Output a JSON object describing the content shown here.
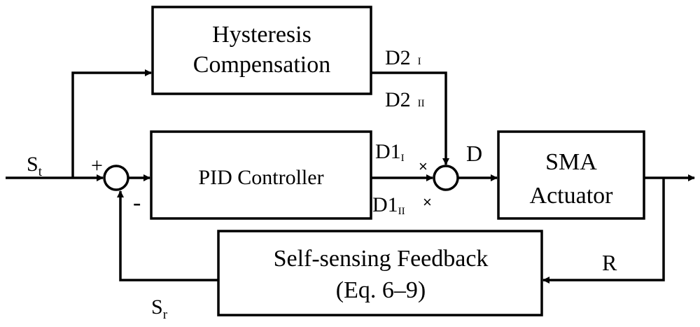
{
  "colors": {
    "stroke": "#000000",
    "background": "#ffffff",
    "text": "#000000"
  },
  "blocks": {
    "hysteresis": {
      "line1": "Hysteresis",
      "line2": "Compensation"
    },
    "pid": {
      "label": "PID Controller"
    },
    "sma": {
      "line1": "SMA",
      "line2": "Actuator"
    },
    "feedback": {
      "line1": "Self-sensing Feedback",
      "line2": "(Eq. 6–9)"
    }
  },
  "signals": {
    "st": {
      "base": "S",
      "sub": "t"
    },
    "sr": {
      "base": "S",
      "sub": "r"
    },
    "d": "D",
    "r": "R",
    "d2_i": {
      "base": "D2",
      "sub": "I"
    },
    "d2_ii": {
      "base": "D2",
      "sub": "II"
    },
    "d1_i": {
      "base": "D1",
      "sub": "I"
    },
    "d1_ii": {
      "base": "D1",
      "sub": "II"
    }
  },
  "summing_signs": {
    "plus": "+",
    "minus": "-"
  },
  "switch_marks": {
    "upper": "×",
    "lower": "×"
  }
}
